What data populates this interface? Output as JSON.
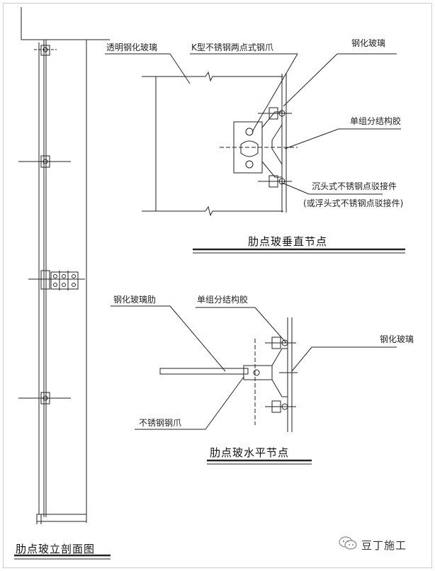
{
  "labels": {
    "glass_clear": "透明钢化玻璃",
    "claw_k": "K型不锈钢两点式钢爪",
    "glass_tempered_top": "钢化玻璃",
    "sealant_top": "单组分结构胶",
    "fitting_countersunk": "沉头式不锈钢点驳接件",
    "fitting_floating": "(或浮头式不锈钢点驳接件)",
    "glass_rib": "钢化玻璃肋",
    "sealant_bottom": "单组分结构胶",
    "glass_tempered_bottom": "钢化玻璃",
    "steel_claw": "不锈钢钢爪"
  },
  "titles": {
    "vertical_node": "肋点玻垂直节点",
    "horizontal_node": "肋点玻水平节点",
    "elevation_section": "肋点玻立剖面图"
  },
  "watermark": {
    "text": "豆丁施工",
    "icon": "wechat-icon"
  },
  "colors": {
    "line": "#222222",
    "title_rule": "#111111",
    "frame": "#cfcfcf"
  }
}
